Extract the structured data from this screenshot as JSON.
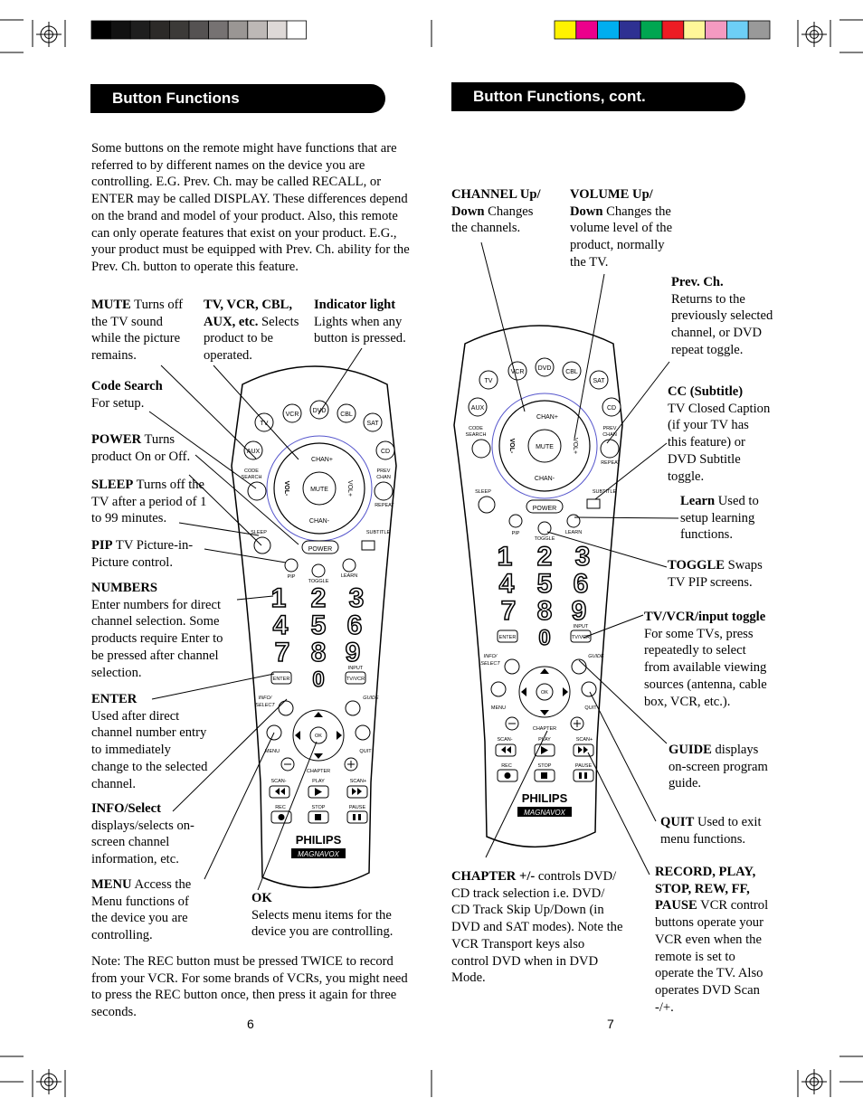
{
  "colors": {
    "gray_bar": [
      "#000000",
      "#111111",
      "#1e1e1e",
      "#2c2a28",
      "#3c3a38",
      "#555252",
      "#767272",
      "#9a9694",
      "#bdb8b6",
      "#ded9d7",
      "#ffffff"
    ],
    "color_bar": [
      "#fff200",
      "#ec008c",
      "#00aeef",
      "#2e3192",
      "#00a651",
      "#ed1c24",
      "#fff799",
      "#f49ac1",
      "#6dcff6",
      "#999999"
    ]
  },
  "left": {
    "heading": "Button Functions",
    "intro": "Some buttons on the remote might have functions that are referred to by different names on the device you are controlling. E.G.  Prev. Ch. may be called RECALL, or ENTER may be called DISPLAY. These differences depend on the brand and model of your product. Also, this remote can only operate features that exist on your product. E.G., your product must be equipped with Prev. Ch. ability for the Prev. Ch. button to operate this feature.",
    "mute_title": "MUTE",
    "mute_text": "Turns off the TV sound while the picture remains.",
    "tvvcr_title": "TV, VCR, CBL, AUX, etc.",
    "tvvcr_text": "Selects product to be operated.",
    "indicator_title": "Indicator light",
    "indicator_text": "Lights when any button is pressed.",
    "code_title": "Code Search",
    "code_text": "For setup.",
    "power_title": "POWER",
    "power_text": "Turns product On or Off.",
    "sleep_title": "SLEEP",
    "sleep_text": "Turns off the TV after a period of 1 to 99 minutes.",
    "pip_title": "PIP",
    "pip_text": "TV Picture-in-Picture control.",
    "numbers_title": "NUMBERS",
    "numbers_text": "Enter numbers for direct channel selection. Some products require Enter to be pressed after channel selection.",
    "enter_title": "ENTER",
    "enter_text": "Used after direct channel number entry to immediately change to the selected channel.",
    "info_title": "INFO/Select",
    "info_text": "displays/selects on-screen channel information, etc.",
    "menu_title": "MENU",
    "menu_text": "Access the Menu functions of the device you are controlling.",
    "ok_title": "OK",
    "ok_text": "Selects menu items for the device you are controlling.",
    "note": "Note: The REC button must be pressed TWICE to record from your VCR. For some brands of VCRs, you might need to press the REC button once, then press it again for three seconds.",
    "page_number": "6"
  },
  "right": {
    "heading": "Button Functions, cont.",
    "channel_title": "CHANNEL Up/ Down",
    "channel_text": "Changes the channels.",
    "volume_title": "VOLUME Up/ Down",
    "volume_text": "Changes the volume level of the product, normally the TV.",
    "prevch_title": "Prev. Ch.",
    "prevch_text": "Returns to the previously selected channel, or DVD repeat toggle.",
    "cc_title": "CC (Subtitle)",
    "cc_text": "TV Closed Caption (if your TV has this feature) or DVD Subtitle toggle.",
    "learn_title": "Learn",
    "learn_text": "Used to setup learning functions.",
    "toggle_title": "TOGGLE",
    "toggle_text": "Swaps TV PIP screens.",
    "tvvcr_title": "TV/VCR/input toggle",
    "tvvcr_text": "For some TVs, press repeatedly to select from available viewing sources (antenna, cable box, VCR, etc.).",
    "guide_title": "GUIDE",
    "guide_text": "displays on-screen program guide.",
    "quit_title": "QUIT",
    "quit_text": "Used to exit menu functions.",
    "chapter_title": "CHAPTER +/-",
    "chapter_text": "controls DVD/ CD track selection i.e. DVD/ CD Track Skip Up/Down (in DVD and SAT modes). Note the VCR Transport keys also control DVD when in DVD Mode.",
    "record_title": "RECORD, PLAY, STOP, REW, FF, PAUSE",
    "record_text": "VCR control buttons operate your VCR even when the remote is set to operate the TV. Also operates DVD Scan -/+.",
    "page_number": "7"
  },
  "remote": {
    "tv": "TV",
    "vcr": "VCR",
    "dvd": "DVD",
    "cbl": "CBL",
    "sat": "SAT",
    "aux": "AUX",
    "cd": "CD",
    "code": "CODE",
    "search": "SEARCH",
    "prev": "PREV",
    "chan": "CHAN",
    "repeat": "REPEAT",
    "chan_plus": "CHAN+",
    "chan_minus": "CHAN-",
    "vol_minus": "VOL-",
    "vol_plus": "VOL+",
    "mute": "MUTE",
    "sleep": "SLEEP",
    "power": "POWER",
    "subtitle": "SUBTITLE",
    "pip": "PIP",
    "toggle": "TOGGLE",
    "learn": "LEARN",
    "digits": [
      "1",
      "2",
      "3",
      "4",
      "5",
      "6",
      "7",
      "8",
      "9",
      "0"
    ],
    "enter": "ENTER",
    "input": "INPUT",
    "tvvcr": "TV/VCR",
    "info": "INFO/",
    "select": "SELECT",
    "guide": "GUIDE",
    "menu": "MENU",
    "ok": "OK",
    "quit": "QUIT",
    "chapter": "CHAPTER",
    "scan_minus": "SCAN-",
    "play": "PLAY",
    "scan_plus": "SCAN+",
    "rec": "REC",
    "stop": "STOP",
    "pause": "PAUSE",
    "brand1": "PHILIPS",
    "brand2": "MAGNAVOX"
  }
}
